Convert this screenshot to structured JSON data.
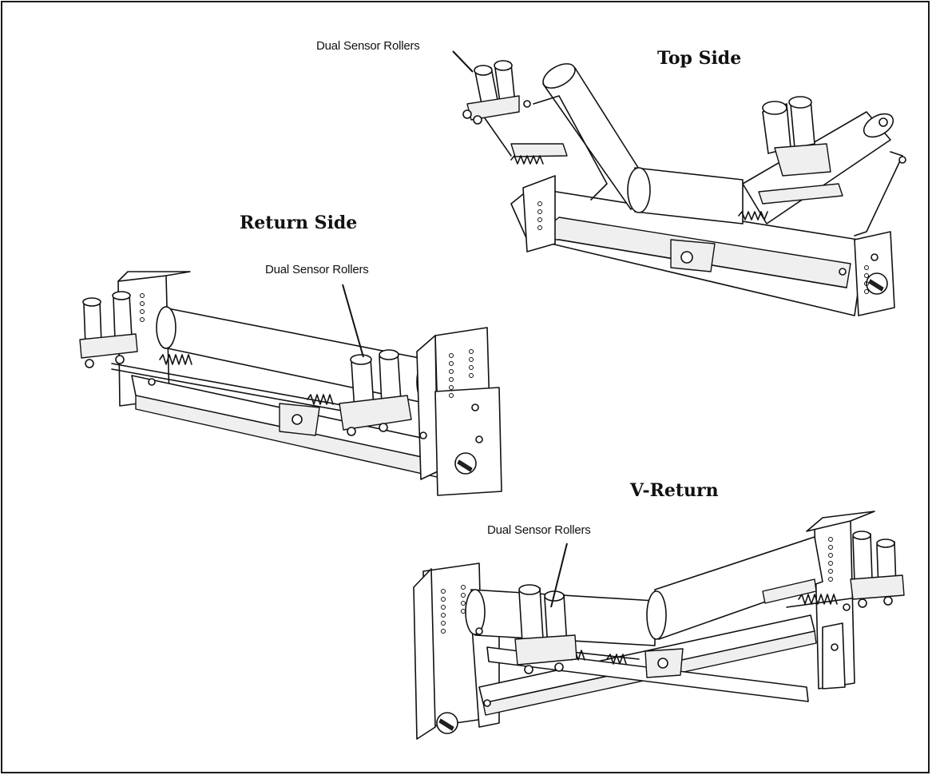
{
  "views": {
    "top_side": {
      "title": "Top Side",
      "callout": "Dual Sensor Rollers"
    },
    "return_side": {
      "title": "Return Side",
      "callout": "Dual Sensor Rollers"
    },
    "v_return": {
      "title": "V-Return",
      "callout": "Dual Sensor Rollers"
    }
  }
}
